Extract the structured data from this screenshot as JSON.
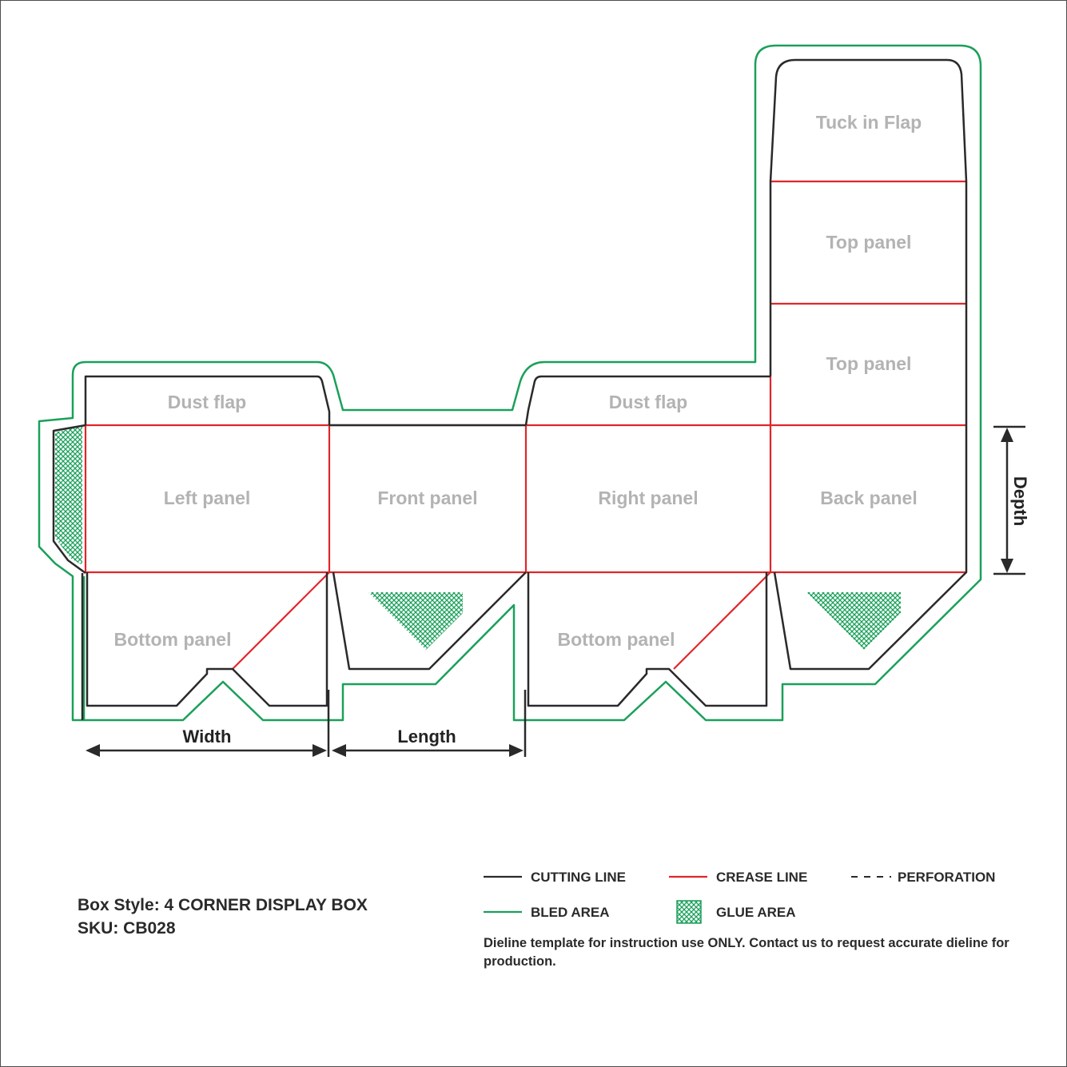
{
  "panels": {
    "tuck_in_flap": "Tuck in Flap",
    "top_panel_1": "Top panel",
    "top_panel_2": "Top panel",
    "dust_flap_left": "Dust flap",
    "dust_flap_right": "Dust flap",
    "left_panel": "Left panel",
    "front_panel": "Front panel",
    "right_panel": "Right panel",
    "back_panel": "Back panel",
    "bottom_panel_left": "Bottom panel",
    "bottom_panel_right": "Bottom panel"
  },
  "dimensions": {
    "width": "Width",
    "length": "Length",
    "depth": "Depth"
  },
  "legend": {
    "cutting_line": "CUTTING LINE",
    "crease_line": "CREASE LINE",
    "perforation": "PERFORATION",
    "bled_area": "BLED AREA",
    "glue_area": "GLUE AREA"
  },
  "info": {
    "box_style": "Box Style: 4 CORNER DISPLAY BOX",
    "sku": "SKU: CB028",
    "disclaimer": "Dieline template for instruction use ONLY. Contact us to request accurate dieline for production."
  },
  "colors": {
    "cutting": "#2a2a2a",
    "crease": "#e0262b",
    "bled": "#1aa05a",
    "glue": "#1aa05a",
    "label": "#b3b3b3"
  }
}
